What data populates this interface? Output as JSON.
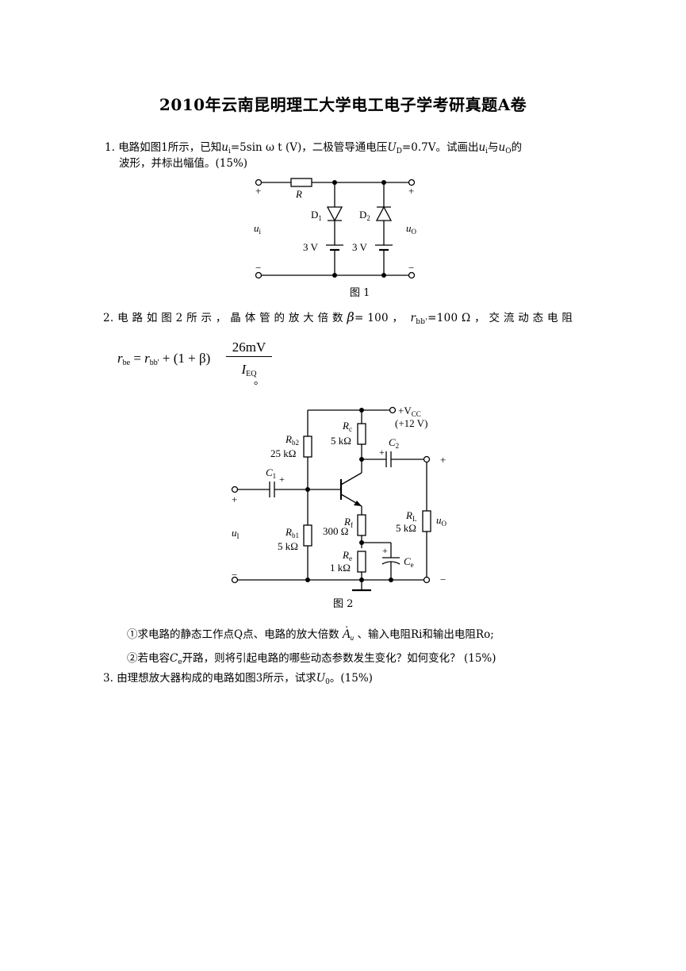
{
  "title": "2010年云南昆明理工大学电工电子学考研真题A卷",
  "q1": {
    "num": "1.",
    "line1_pre": "电路如图1所示，已知",
    "ui_var": "u",
    "ui_sub": "i",
    "line1_mid": "=5sin ω t (V)，二极管导通电压",
    "ud_var": "U",
    "ud_sub": "D",
    "line1_mid2": "=0.7V。试画出",
    "line1_and": "与",
    "uo_var": "u",
    "uo_sub": "O",
    "line1_end": "的",
    "line2": "波形，并标出幅值。(15%)"
  },
  "fig1": {
    "caption": "图 1",
    "r_label": "R",
    "d1": "D",
    "d1_sub": "1",
    "d2": "D",
    "d2_sub": "2",
    "v1": "3 V",
    "v2": "3 V",
    "ui": "u",
    "ui_sub": "i",
    "uo": "u",
    "uo_sub": "O",
    "plus": "+",
    "minus": "−"
  },
  "q2": {
    "num": "2.",
    "line1": "电 路 如 图 2 所 示 ， 晶 体 管 的 放 大 倍 数",
    "beta": "β",
    "beta_val": "= 100 ，",
    "rbb_var": "r",
    "rbb_sub": "bb'",
    "rbb_val": "=100 Ω ， 交 流 动 态 电 阻",
    "formula_lhs": "r",
    "formula_lhs_sub": "be",
    "formula_rhs1": "r",
    "formula_rhs1_sub": "bb'",
    "formula_mid": "+ (1 + β)",
    "formula_num": "26mV",
    "formula_den": "I",
    "formula_den_sub": "EQ",
    "end_mark": "。",
    "sub1_pre": "①求电路的静态工作点Q点、电路的放大倍数",
    "au_var": "A",
    "au_sub": "u",
    "sub1_post": "、输入电阻Ri和输出电阻Ro;",
    "sub2_pre": "②若电容",
    "ce_var": "C",
    "ce_sub": "e",
    "sub2_post": "开路，则将引起电路的哪些动态参数发生变化？如何变化？ (15%)"
  },
  "fig2": {
    "caption": "图 2",
    "vcc": "+V",
    "vcc_sub": "CC",
    "vcc_val": "(+12 V)",
    "rb2": "R",
    "rb2_sub": "b2",
    "rb2_val": "25 kΩ",
    "rc": "R",
    "rc_sub": "c",
    "rc_val": "5 kΩ",
    "c2": "C",
    "c2_sub": "2",
    "c1": "C",
    "c1_sub": "1",
    "rf": "R",
    "rf_sub": "f",
    "rf_val": "300 Ω",
    "rl": "R",
    "rl_sub": "L",
    "rl_val": "5 kΩ",
    "uo": "u",
    "uo_sub": "O",
    "ui": "u",
    "ui_sub": "I",
    "rb1": "R",
    "rb1_sub": "b1",
    "rb1_val": "5 kΩ",
    "re": "R",
    "re_sub": "e",
    "re_val": "1 kΩ",
    "ce": "C",
    "ce_sub": "e",
    "plus": "+",
    "minus": "−"
  },
  "q3": {
    "num": "3.",
    "text_pre": "由理想放大器构成的电路如图3所示，试求",
    "u0_var": "U",
    "u0_sub": "0",
    "text_post": "。(15%)"
  }
}
